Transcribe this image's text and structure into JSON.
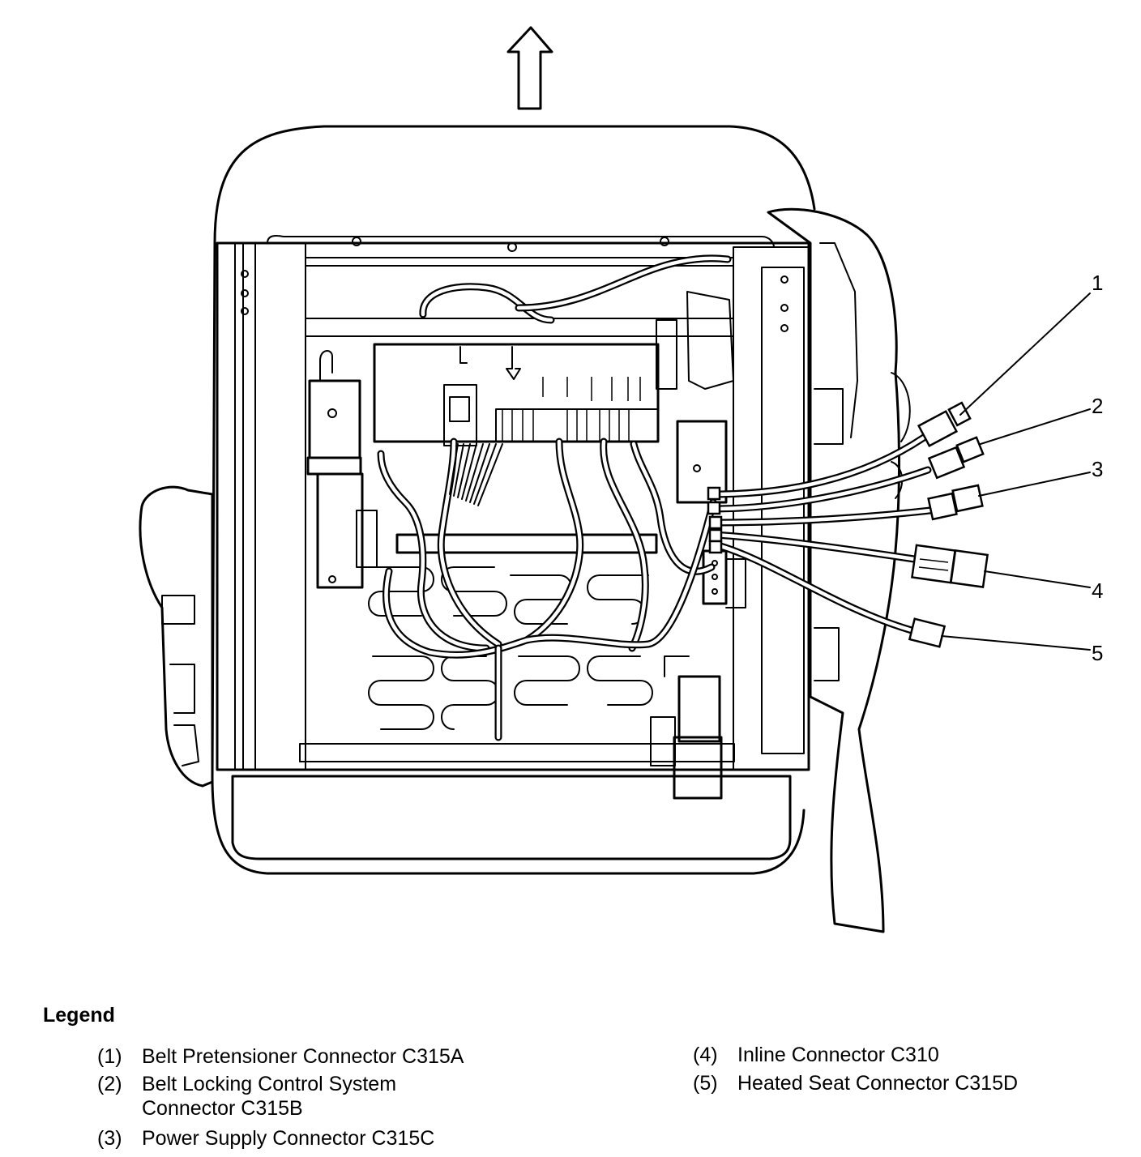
{
  "callouts": [
    "1",
    "2",
    "3",
    "4",
    "5"
  ],
  "legend": {
    "title": "Legend",
    "items": [
      {
        "num": "(1)",
        "text": "Belt Pretensioner Connector C315A"
      },
      {
        "num": "(2)",
        "text": "Belt Locking Control System Connector C315B"
      },
      {
        "num": "(3)",
        "text": "Power Supply Connector C315C"
      },
      {
        "num": "(4)",
        "text": "Inline Connector C310"
      },
      {
        "num": "(5)",
        "text": "Heated Seat Connector C315D"
      }
    ]
  },
  "colors": {
    "line": "#000000",
    "background": "#ffffff"
  },
  "icons": [
    "forward-arrow-icon"
  ]
}
